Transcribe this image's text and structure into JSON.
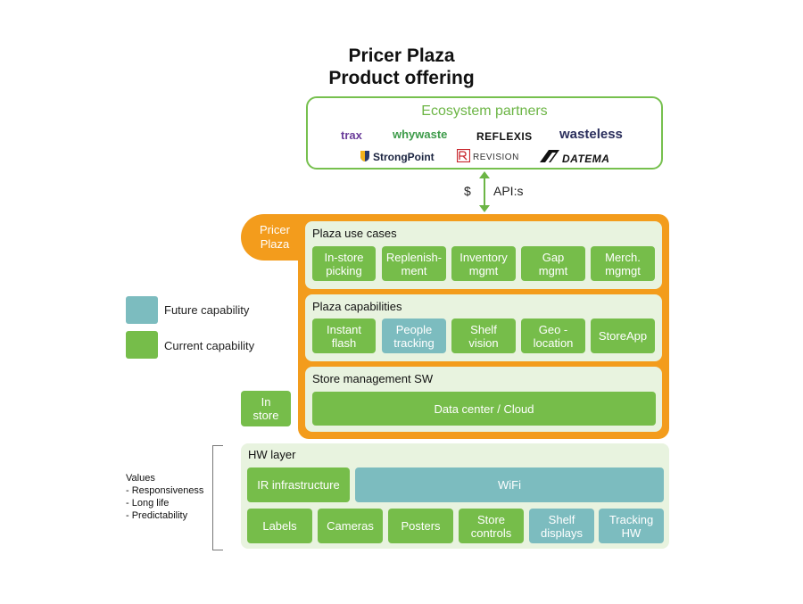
{
  "title": {
    "line1": "Pricer Plaza",
    "line2": "Product offering"
  },
  "ecosystem": {
    "title": "Ecosystem partners",
    "partners_row1": [
      "trax",
      "whywaste",
      "REFLEXIS",
      "wasteless"
    ],
    "partners_row2": [
      "StrongPoint",
      "REVISION",
      "DATEMA"
    ]
  },
  "api": {
    "dollar": "$",
    "label": "API:s"
  },
  "pricer_plaza_tab": {
    "line1": "Pricer",
    "line2": "Plaza"
  },
  "use_cases": {
    "title": "Plaza use cases",
    "items": [
      {
        "line1": "In-store",
        "line2": "picking",
        "status": "current"
      },
      {
        "line1": "Replenish-",
        "line2": "ment",
        "status": "current"
      },
      {
        "line1": "Inventory",
        "line2": "mgmt",
        "status": "current"
      },
      {
        "line1": "Gap",
        "line2": "mgmt",
        "status": "current"
      },
      {
        "line1": "Merch.",
        "line2": "mgmgt",
        "status": "current"
      }
    ]
  },
  "capabilities": {
    "title": "Plaza capabilities",
    "items": [
      {
        "line1": "Instant",
        "line2": "flash",
        "status": "current"
      },
      {
        "line1": "People",
        "line2": "tracking",
        "status": "future"
      },
      {
        "line1": "Shelf",
        "line2": "vision",
        "status": "current"
      },
      {
        "line1": "Geo -",
        "line2": "location",
        "status": "current"
      },
      {
        "line1": "StoreApp",
        "line2": "",
        "status": "current"
      }
    ]
  },
  "store_mgmt": {
    "title": "Store management SW",
    "item": "Data center / Cloud"
  },
  "in_store": {
    "line1": "In",
    "line2": "store"
  },
  "legend": {
    "future": {
      "label": "Future capability",
      "color": "#7cbcbf"
    },
    "current": {
      "label": "Current capability",
      "color": "#76bd4a"
    }
  },
  "hw_layer": {
    "title": "HW layer",
    "ir": "IR infrastructure",
    "wifi": "WiFi",
    "items": [
      {
        "line1": "Labels",
        "line2": "",
        "status": "current"
      },
      {
        "line1": "Cameras",
        "line2": "",
        "status": "current"
      },
      {
        "line1": "Posters",
        "line2": "",
        "status": "current"
      },
      {
        "line1": "Store",
        "line2": "controls",
        "status": "current"
      },
      {
        "line1": "Shelf",
        "line2": "displays",
        "status": "future"
      },
      {
        "line1": "Tracking",
        "line2": "HW",
        "status": "future"
      }
    ]
  },
  "values": {
    "heading": "Values",
    "items": [
      "-  Responsiveness",
      "-  Long life",
      "-  Predictability"
    ]
  },
  "colors": {
    "orange": "#f39c1c",
    "green": "#76bd4a",
    "teal": "#7cbcbf",
    "section_bg": "#e8f3df"
  }
}
